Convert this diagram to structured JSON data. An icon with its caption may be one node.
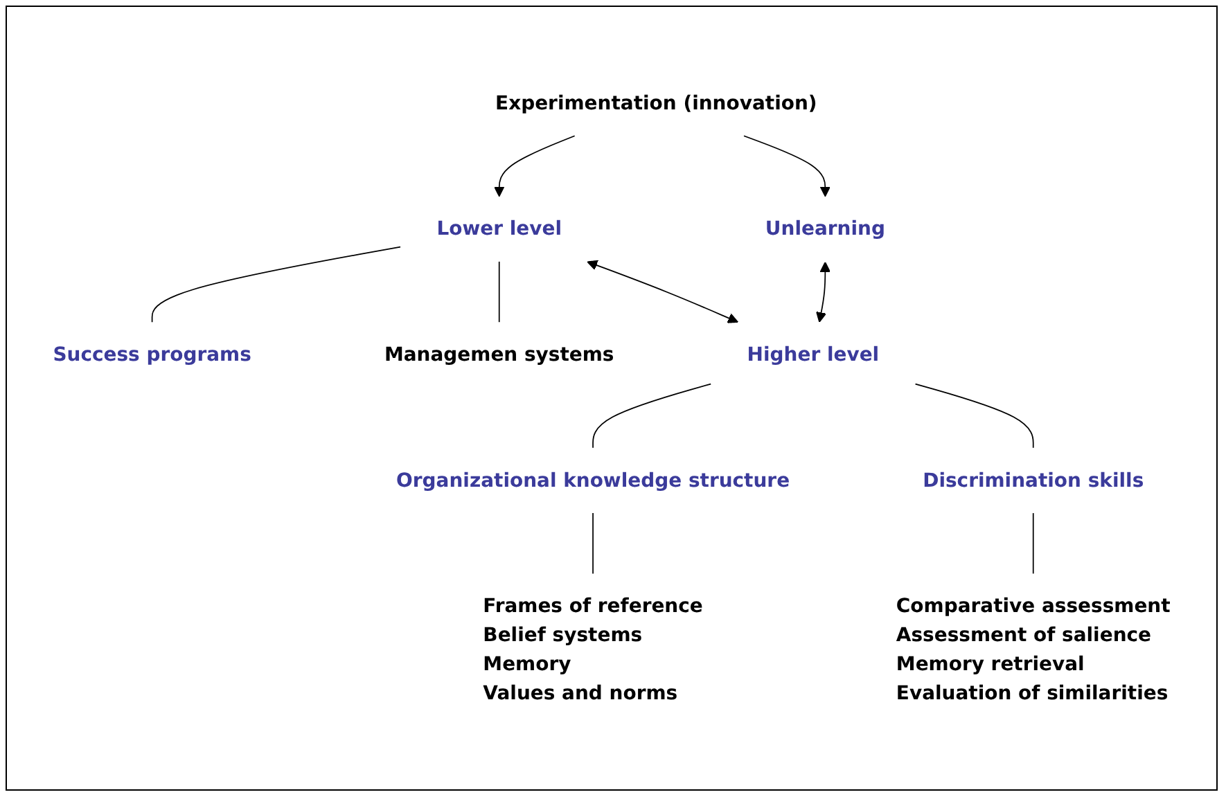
{
  "diagram": {
    "nodes": [
      {
        "text": [
          "Experimentation (innovation)"
        ]
      },
      {
        "text": [
          "Lower level"
        ]
      },
      {
        "text": [
          "Unlearning"
        ]
      },
      {
        "text": [
          "Success programs"
        ]
      },
      {
        "text": [
          "Managemen systems"
        ]
      },
      {
        "text": [
          "Higher level"
        ]
      },
      {
        "text": [
          "Organizational knowledge structure"
        ]
      },
      {
        "text": [
          "Discrimination skills"
        ]
      },
      {
        "text": [
          "Frames of reference",
          "Belief systems",
          "Memory",
          "Values and norms"
        ]
      },
      {
        "text": [
          "Comparative assessment",
          "Assessment of salience",
          "Memory retrieval",
          "Evaluation of similarities"
        ]
      }
    ],
    "edges": [
      {
        "from": 0,
        "to": 1,
        "arrow": "to"
      },
      {
        "from": 0,
        "to": 2,
        "arrow": "to"
      },
      {
        "from": 1,
        "to": 5,
        "arrow": "both"
      },
      {
        "from": 2,
        "to": 5,
        "arrow": "both"
      },
      {
        "from": 1,
        "to": 3,
        "arrow": "none"
      },
      {
        "from": 1,
        "to": 4,
        "arrow": "none"
      },
      {
        "from": 5,
        "to": 6,
        "arrow": "none"
      },
      {
        "from": 5,
        "to": 7,
        "arrow": "none"
      },
      {
        "from": 6,
        "to": 8,
        "arrow": "none"
      },
      {
        "from": 7,
        "to": 9,
        "arrow": "none"
      }
    ]
  }
}
